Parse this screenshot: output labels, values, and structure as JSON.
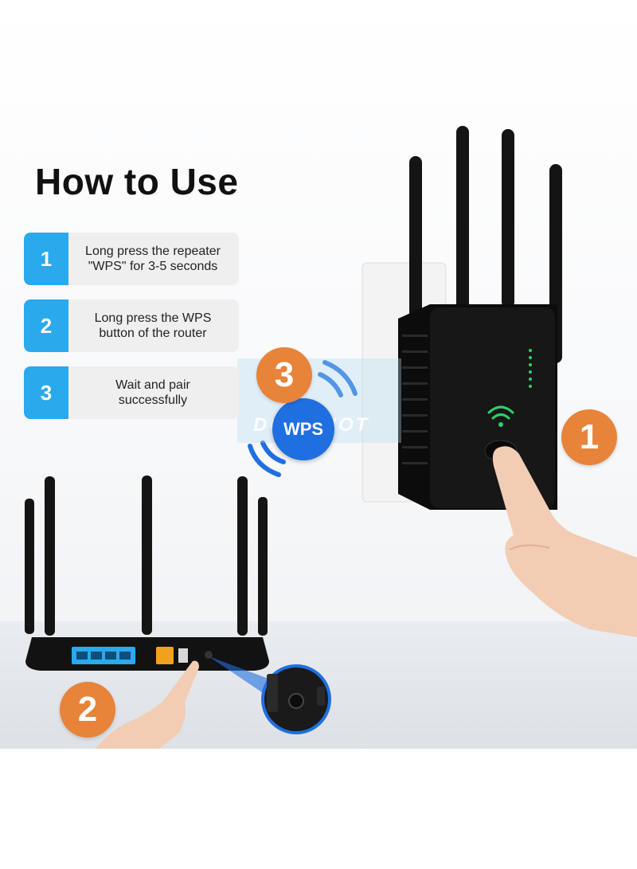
{
  "title": "How to Use",
  "steps": [
    {
      "number": "1",
      "text": "Long press the repeater\n\"WPS\" for 3-5 seconds"
    },
    {
      "number": "2",
      "text": "Long press the WPS\nbutton of the router"
    },
    {
      "number": "3",
      "text": "Wait and pair\nsuccessfully"
    }
  ],
  "badges": {
    "step1": "1",
    "step2": "2",
    "step3": "3"
  },
  "wps_label": "WPS",
  "watermark": "DOWSHOT",
  "colors": {
    "step_blue": "#2aa9ec",
    "badge_orange": "#e8833a",
    "wps_blue": "#1f6fe0",
    "device_black": "#151515",
    "wifi_green": "#2ed06a"
  }
}
